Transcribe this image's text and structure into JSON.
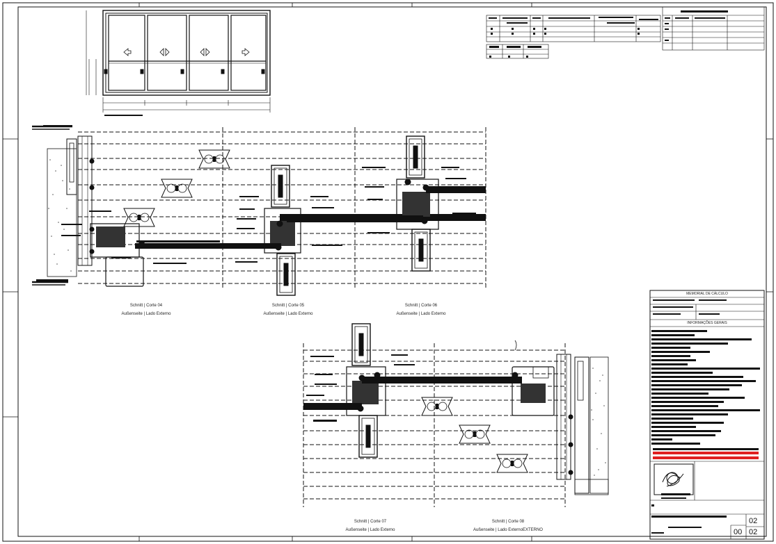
{
  "sections": [
    {
      "id": "corte-04",
      "title": "Schnitt | Corte 04",
      "subtitle": "Außenseite | Lado Externo"
    },
    {
      "id": "corte-05",
      "title": "Schnitt | Corte 05",
      "subtitle": "Außenseite | Lado Externo"
    },
    {
      "id": "corte-06",
      "title": "Schnitt | Corte 06",
      "subtitle": "Außenseite | Lado Externo"
    },
    {
      "id": "corte-07",
      "title": "Schnitt | Corte 07",
      "subtitle": "Außenseite | Lado Externo"
    },
    {
      "id": "corte-08",
      "title": "Schnitt | Corte 08",
      "subtitle": "Außenseite | Lado ExternoEXTERNO"
    }
  ],
  "title_block": {
    "memorial_heading": "MEMORIAL DE CÁLCULO",
    "info_heading": "INFORMAÇÕES GERAIS",
    "revision": "00",
    "sheet_number": "02",
    "sheet_total": "02"
  },
  "colors": {
    "line": "#111111",
    "hatch": "#555555",
    "highlight": "#e02020"
  }
}
